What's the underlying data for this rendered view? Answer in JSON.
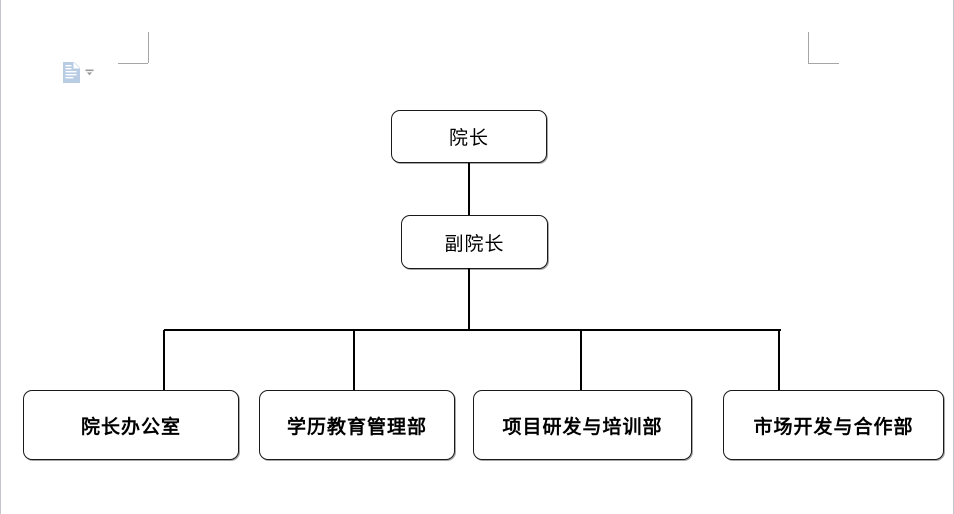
{
  "page": {
    "background_color": "#ffffff",
    "page_edge_color": "#c4c4d0"
  },
  "margin_marks": {
    "color": "#a6a6a6",
    "left_label": "left-margin-corner",
    "right_label": "right-margin-corner"
  },
  "paste_tag": {
    "icon_name": "paste-options-document-icon",
    "icon_color": "#b8cce4",
    "caret_name": "chevron-down-icon",
    "caret_color": "#a0a0a0"
  },
  "chart_data": {
    "type": "diagram",
    "diagram_kind": "organization-chart",
    "title": "",
    "node_shape": "rounded-rectangle",
    "node_border_color": "#1a1a1a",
    "node_fill_color": "#ffffff",
    "connector_color": "#000000",
    "nodes": [
      {
        "id": "dean",
        "label": "院长",
        "level": 1,
        "parent": null
      },
      {
        "id": "vice-dean",
        "label": "副院长",
        "level": 2,
        "parent": "dean"
      },
      {
        "id": "dean-office",
        "label": "院长办公室",
        "level": 3,
        "parent": "vice-dean"
      },
      {
        "id": "academic",
        "label": "学历教育管理部",
        "level": 3,
        "parent": "vice-dean"
      },
      {
        "id": "project",
        "label": "项目研发与培训部",
        "level": 3,
        "parent": "vice-dean"
      },
      {
        "id": "market",
        "label": "市场开发与合作部",
        "level": 3,
        "parent": "vice-dean"
      }
    ],
    "edges": [
      {
        "from": "dean",
        "to": "vice-dean"
      },
      {
        "from": "vice-dean",
        "to": "dean-office"
      },
      {
        "from": "vice-dean",
        "to": "academic"
      },
      {
        "from": "vice-dean",
        "to": "project"
      },
      {
        "from": "vice-dean",
        "to": "market"
      }
    ]
  }
}
